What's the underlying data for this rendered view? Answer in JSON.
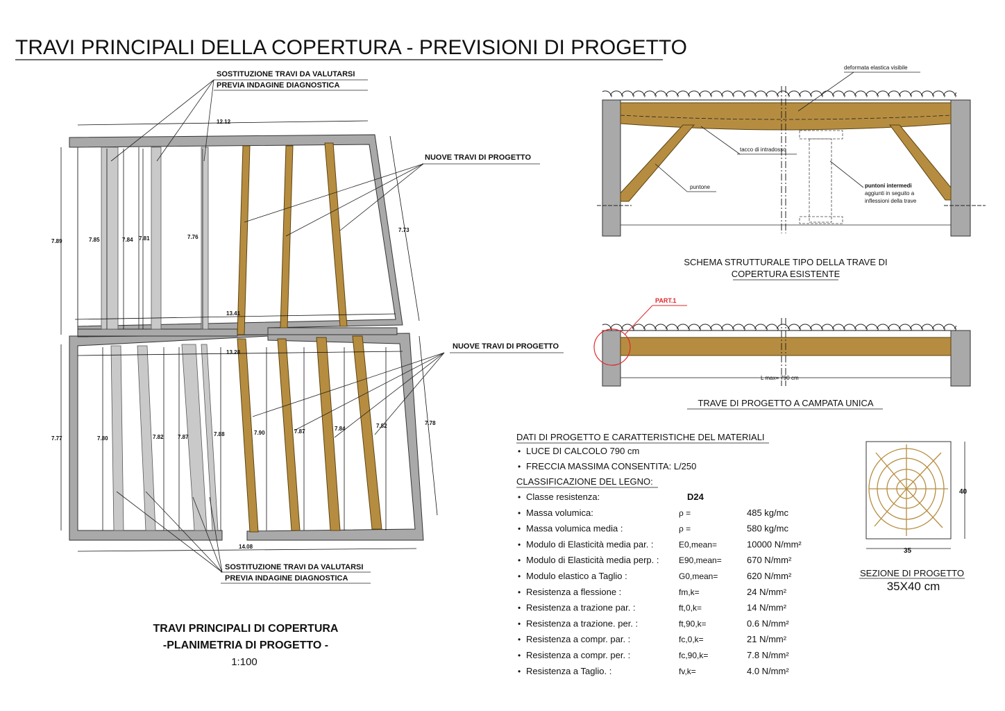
{
  "title": "TRAVI PRINCIPALI DELLA COPERTURA - PREVISIONI DI PROGETTO",
  "plan": {
    "label_replace_line1": "SOSTITUZIONE TRAVI DA VALUTARSI",
    "label_replace_line2": "PREVIA INDAGINE DIAGNOSTICA",
    "label_new_beams": "NUOVE TRAVI DI PROGETTO",
    "dims_top": {
      "width": "12.12",
      "left_side": "7.89",
      "right_side": "7.73",
      "mid_width": "13.41"
    },
    "dims_bottom": {
      "width_top": "13.28",
      "width_bottom": "14.08",
      "left_side": "7.77",
      "right_side": "7.78"
    },
    "beam_lengths_top": [
      "7.85",
      "7.84",
      "7.81",
      "7.76"
    ],
    "beam_lengths_bottom": [
      "7.80",
      "7.82",
      "7.87",
      "7.88",
      "7.90",
      "7.87",
      "7.84",
      "7.82"
    ],
    "caption_line1": "TRAVI PRINCIPALI DI COPERTURA",
    "caption_line2": "-PLANIMETRIA DI PROGETTO -",
    "scale": "1:100"
  },
  "schema": {
    "label_deformata": "deformata elastica visibile",
    "label_tacco": "tacco di intradosso",
    "label_puntone": "puntone",
    "label_puntoni_1": "puntoni intermedi",
    "label_puntoni_2": "aggiunti in seguito a",
    "label_puntoni_3": "inflessioni della trave",
    "caption_line1": "SCHEMA STRUTTURALE TIPO DELLA TRAVE DI",
    "caption_line2": "COPERTURA ESISTENTE"
  },
  "project_beam": {
    "part_label": "PART.1",
    "lmax": "L max= 790 cm",
    "caption": "TRAVE DI PROGETTO A CAMPATA UNICA"
  },
  "data_sheet": {
    "heading": "DATI DI PROGETTO E CARATTERISTICHE DEL MATERIALI",
    "items": [
      "LUCE DI CALCOLO 790 cm",
      "FRECCIA MASSIMA CONSENTITA: L/250"
    ],
    "wood_heading": "CLASSIFICAZIONE DEL LEGNO:",
    "rows": [
      {
        "label": "Classe resistenza:",
        "symbol": "D24",
        "value": ""
      },
      {
        "label": "Massa volumica:",
        "symbol": "ρ =",
        "value": "485 kg/mc"
      },
      {
        "label": "Massa volumica media :",
        "symbol": "ρ =",
        "value": "580 kg/mc"
      },
      {
        "label": "Modulo di Elasticità media par. :",
        "symbol": "E0,mean=",
        "value": "10000 N/mm²"
      },
      {
        "label": "Modulo di Elasticità media perp. :",
        "symbol": "E90,mean=",
        "value": "670 N/mm²"
      },
      {
        "label": "Modulo elastico a Taglio :",
        "symbol": "G0,mean=",
        "value": "620 N/mm²"
      },
      {
        "label": "Resistenza a flessione :",
        "symbol": "fm,k=",
        "value": "24 N/mm²"
      },
      {
        "label": "Resistenza a trazione par. :",
        "symbol": "ft,0,k=",
        "value": "14 N/mm²"
      },
      {
        "label": "Resistenza a trazione. per. :",
        "symbol": "ft,90,k=",
        "value": "0.6 N/mm²"
      },
      {
        "label": "Resistenza a compr. par. :",
        "symbol": "fc,0,k=",
        "value": "21 N/mm²"
      },
      {
        "label": "Resistenza a compr. per. :",
        "symbol": "fc,90,k=",
        "value": "7.8 N/mm²"
      },
      {
        "label": "Resistenza a Taglio. :",
        "symbol": "fv,k=",
        "value": "4.0 N/mm²"
      }
    ]
  },
  "section": {
    "width_label": "35",
    "height_label": "40",
    "caption": "SEZIONE DI PROGETTO",
    "size": "35X40 cm"
  },
  "colors": {
    "wood": "#b68d40",
    "wall": "#a9a9a9",
    "grey_beam": "#c9c9c9",
    "accent_red": "#e0262b"
  }
}
